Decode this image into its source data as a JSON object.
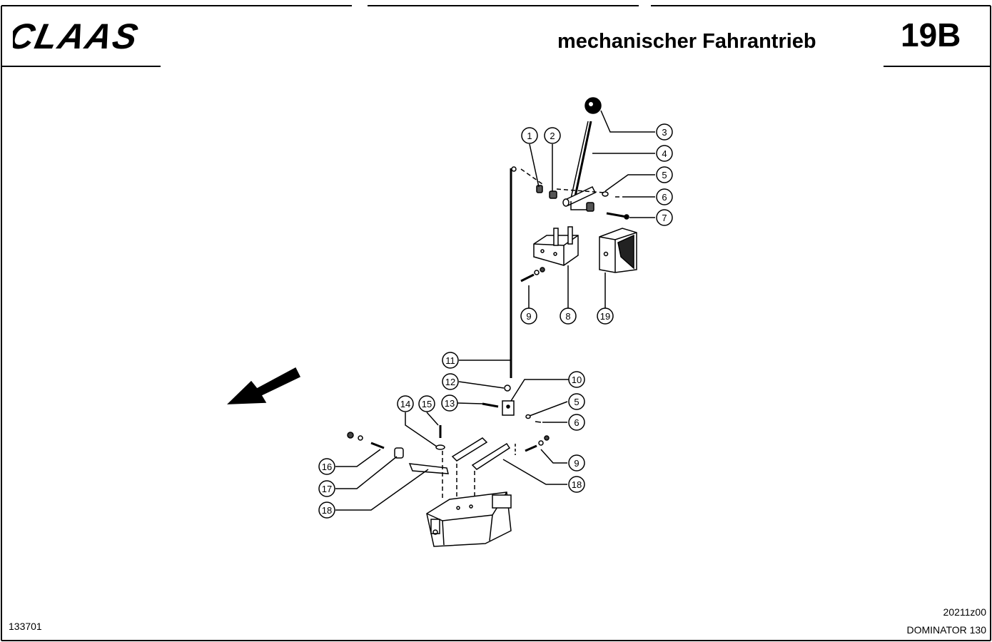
{
  "header": {
    "brand": "CLAAS",
    "title": "mechanischer Fahrantrieb",
    "sheet": "19B"
  },
  "footer": {
    "doc_number": "133701",
    "drawing_code": "20211z00",
    "model": "DOMINATOR 130"
  },
  "callouts": {
    "c1": "1",
    "c2": "2",
    "c3": "3",
    "c4": "4",
    "c5a": "5",
    "c6a": "6",
    "c7": "7",
    "c8": "8",
    "c9a": "9",
    "c19": "19",
    "c11": "11",
    "c12": "12",
    "c10": "10",
    "c13": "13",
    "c5b": "5",
    "c6b": "6",
    "c14": "14",
    "c15": "15",
    "c16": "16",
    "c9b": "9",
    "c17": "17",
    "c18a": "18",
    "c18b": "18"
  }
}
